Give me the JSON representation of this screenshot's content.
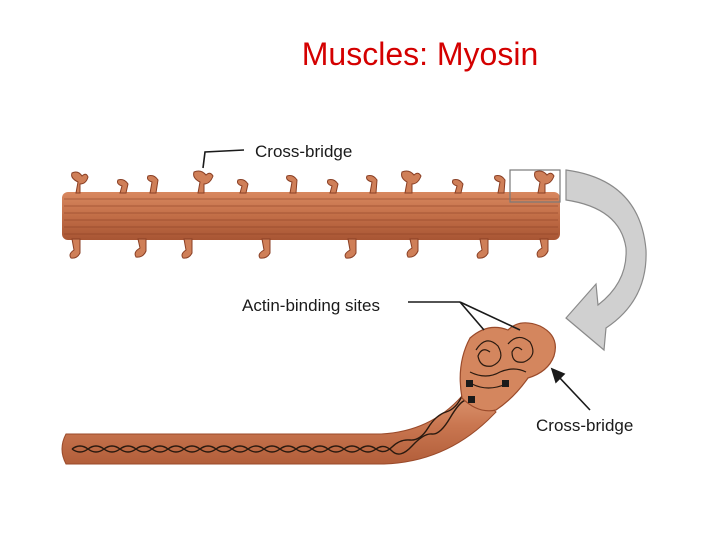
{
  "slide": {
    "title": "Muscles: Myosin"
  },
  "figure": {
    "labels": {
      "cross_bridge_top": "Cross-bridge",
      "actin_binding_sites": "Actin-binding sites",
      "cross_bridge_bottom": "Cross-bridge"
    },
    "colors": {
      "filament": "#c8754e",
      "filament_dark": "#8a3f24",
      "head": "#d98a63",
      "background": "#ffffff",
      "arrow_fill": "#d0d0d0"
    }
  }
}
